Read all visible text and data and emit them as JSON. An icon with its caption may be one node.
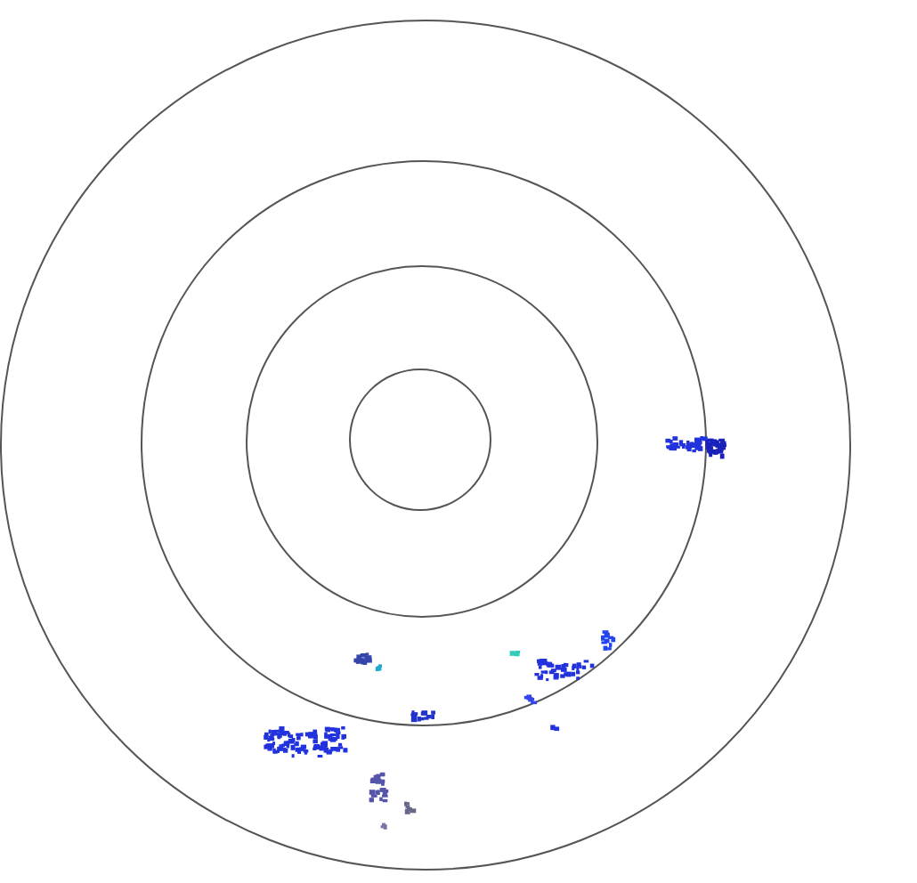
{
  "diagram": {
    "nodes": [
      {
        "text": [],
        "shape": "circle"
      },
      {
        "text": [],
        "shape": "circle",
        "in": 0
      },
      {
        "text": [],
        "shape": "circle",
        "in": 1
      },
      {
        "text": [],
        "shape": "circle",
        "in": 2
      }
    ]
  }
}
